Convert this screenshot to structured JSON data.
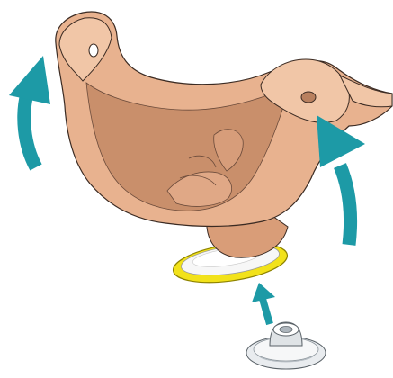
{
  "colors": {
    "background": "#ffffff",
    "skin": "#e8b28f",
    "skin_shadow": "#c98f6b",
    "skin_light": "#f1c6a7",
    "outline": "#3a2a22",
    "arrow": "#1d9aa6",
    "ring": "#f2e21a",
    "ring_edge": "#b9a800",
    "pad": "#f7f7f7",
    "valve": "#e9ecef",
    "valve_shadow": "#aeb6bd"
  },
  "diagram": {
    "parts": [
      {
        "id": "pelvis-insert",
        "icon": "soft-pelvic-shell"
      },
      {
        "id": "yellow-ring",
        "icon": "yellow-gasket-ring"
      },
      {
        "id": "valve-disc",
        "icon": "round-valve-connector"
      }
    ],
    "arrows": [
      {
        "id": "left-up",
        "icon": "curved-up-arrow"
      },
      {
        "id": "right-up",
        "icon": "curved-up-arrow"
      },
      {
        "id": "bottom-up",
        "icon": "straight-up-arrow"
      }
    ]
  }
}
